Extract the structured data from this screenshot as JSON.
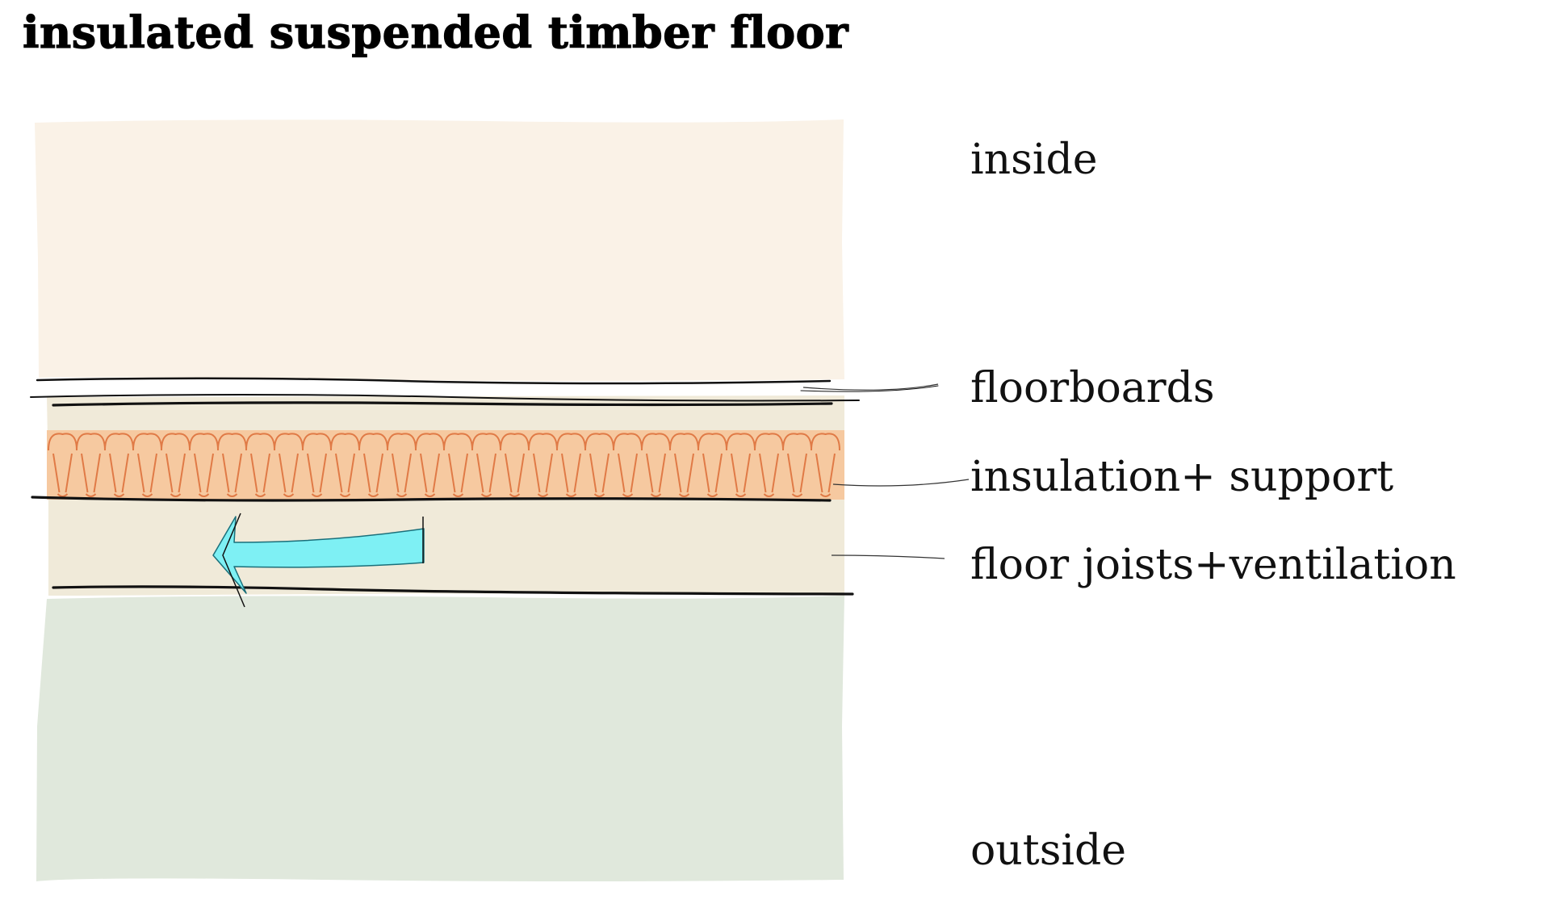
{
  "title": "insulated suspended timber floor",
  "layers": {
    "inside": "inside",
    "floorboards": "floorboards",
    "insulation": "insulation+ support",
    "joists": "floor joists+ventilation",
    "outside": "outside"
  },
  "colors": {
    "inside_fill": "#faf2e7",
    "board_fill": "#f0ead9",
    "insulation_fill": "#f6c9a0",
    "insulation_stroke": "#e07a46",
    "outside_fill": "#e0e8dc",
    "airflow_arrow": "#7ef0f4",
    "line": "#111111"
  },
  "airflow_arrow": {
    "icon": "left-arrow-icon",
    "direction": "left"
  }
}
